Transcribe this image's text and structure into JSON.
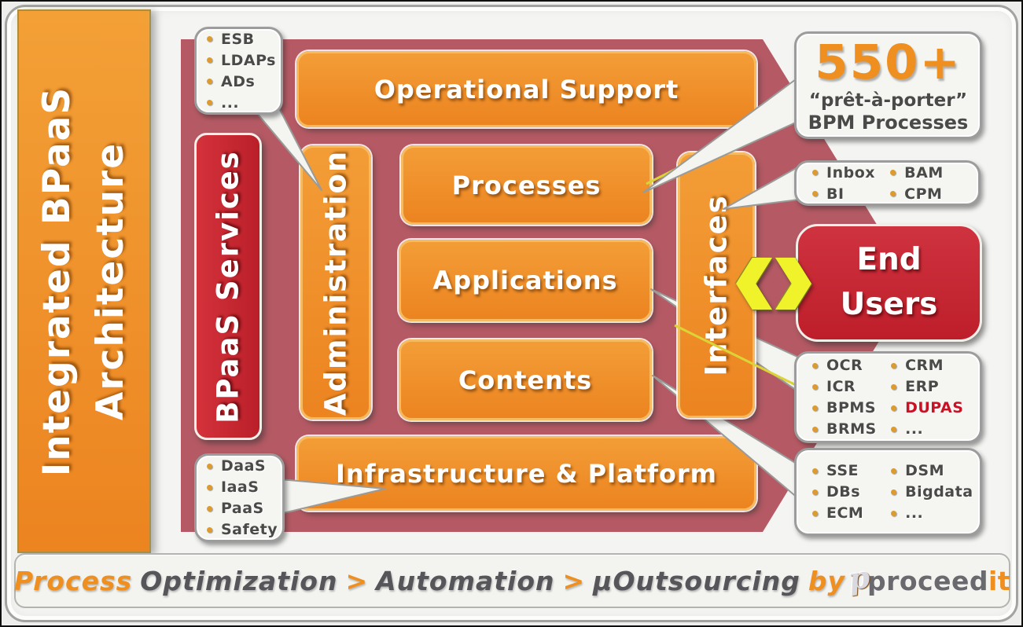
{
  "colors": {
    "maroon": "#b55a64",
    "box-orange-border": "#f6bb60",
    "accent": "#ee8f1f",
    "gray-text": "#55555a",
    "brand-gray": "#6a6a6e",
    "bubble-bg": "#f5f5f2",
    "bubble-border": "#9c9c9c",
    "bubble-text": "#4a4a48",
    "bullet": "#dd9b2d",
    "yellow": "#f1f32a",
    "dupas": "#c81226"
  },
  "left_banner": {
    "line1": "Integrated BPaaS",
    "line2": "Architecture"
  },
  "boxes": {
    "operational_support": "Operational Support",
    "processes": "Processes",
    "applications": "Applications",
    "contents": "Contents",
    "infrastructure": "Infrastructure & Platform",
    "bpaas_services": "BPaaS Services",
    "administration": "Administration",
    "interfaces": "Interfaces"
  },
  "end_users": {
    "line1": "End",
    "line2": "Users"
  },
  "callouts": {
    "integration": {
      "items": [
        "ESB",
        "LDAPs",
        "ADs",
        "..."
      ]
    },
    "bpm_library": {
      "headline": "550+",
      "quote": "“prêt-à-porter”",
      "subtitle": "BPM Processes"
    },
    "monitoring": {
      "col1": [
        "Inbox",
        "BI"
      ],
      "col2": [
        "BAM",
        "CPM"
      ]
    },
    "tools": {
      "col1": [
        "OCR",
        "ICR",
        "BPMS",
        "BRMS"
      ],
      "col2": [
        "CRM",
        "ERP",
        "DUPAS",
        "..."
      ]
    },
    "platform": {
      "items": [
        "DaaS",
        "IaaS",
        "PaaS",
        "Safety"
      ]
    },
    "storage": {
      "col1": [
        "SSE",
        "DBs",
        "ECM"
      ],
      "col2": [
        "DSM",
        "Bigdata",
        "..."
      ]
    }
  },
  "footer": {
    "process": "Process",
    "optimization": "Optimization",
    "sep1": ">",
    "automation": "Automation",
    "sep2": ">",
    "outsourcing": "µOutsourcing",
    "by": "by",
    "logo_glyph": "p",
    "brand_gray": "proceed",
    "brand_accent": "it"
  }
}
